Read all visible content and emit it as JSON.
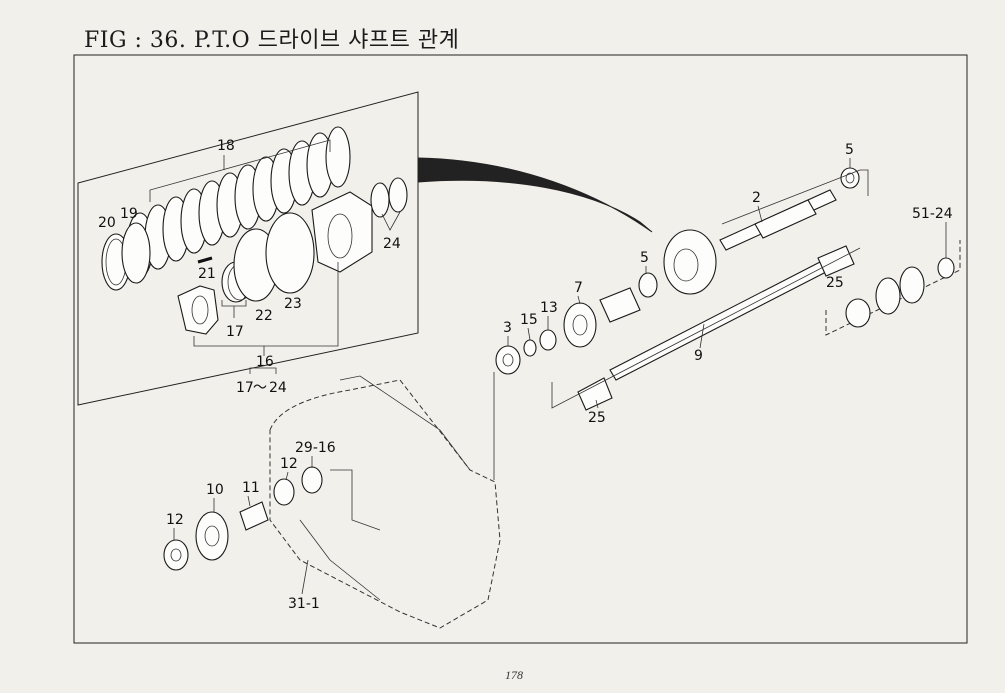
{
  "title": "FIG : 36. P.T.O 드라이브 샤프트 관계",
  "page_number": "178",
  "callouts": {
    "c2": "2",
    "c3": "3",
    "c5a": "5",
    "c5b": "5",
    "c7": "7",
    "c9": "9",
    "c10": "10",
    "c11": "11",
    "c12a": "12",
    "c12b": "12",
    "c13": "13",
    "c15": "15",
    "c16": "16",
    "c17a": "17",
    "c17b": "17",
    "c18": "18",
    "c19": "19",
    "c20": "20",
    "c21": "21",
    "c22": "22",
    "c23": "23",
    "c24a": "24",
    "c24b": "24",
    "c25a": "25",
    "c25b": "25",
    "c2916": "29-16",
    "c311": "31-1",
    "c5124": "51-24"
  }
}
